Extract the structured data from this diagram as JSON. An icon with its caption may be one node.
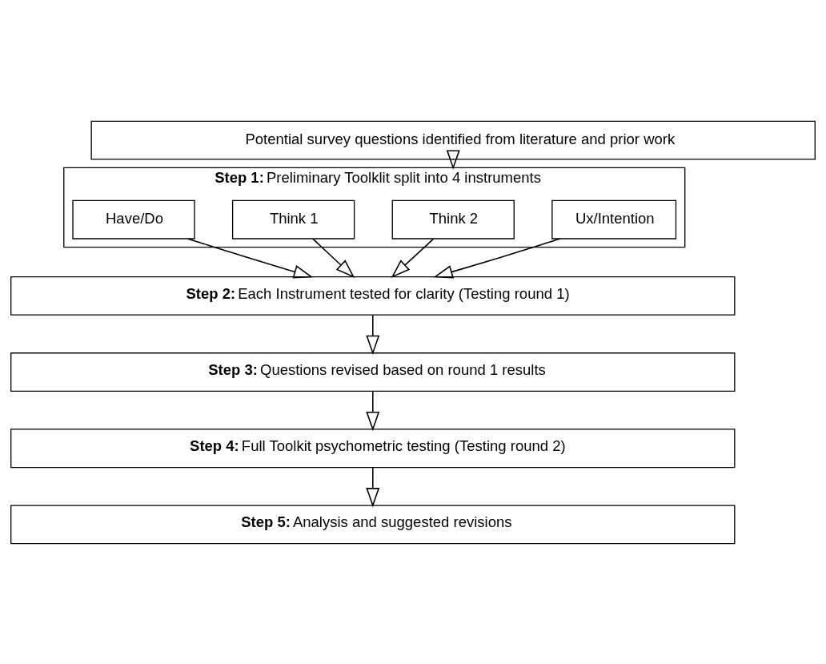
{
  "diagram": {
    "nodes": [
      {
        "text": [
          "Potential survey questions identified from literature and prior work"
        ]
      },
      {
        "text": [
          "**Step 1:** Preliminary Toolklit split into 4 instruments"
        ]
      },
      {
        "text": [
          "Have/Do"
        ],
        "in": 1
      },
      {
        "text": [
          "Think 1"
        ],
        "in": 1
      },
      {
        "text": [
          "Think 2"
        ],
        "in": 1
      },
      {
        "text": [
          "Ux/Intention"
        ],
        "in": 1
      },
      {
        "text": [
          "**Step 2:** Each Instrument tested for clarity (Testing round 1)"
        ]
      },
      {
        "text": [
          "**Step 3:** Questions revised based on round 1 results"
        ]
      },
      {
        "text": [
          "**Step 4:** Full Toolkit psychometric testing (Testing round 2)"
        ]
      },
      {
        "text": [
          "**Step 5:** Analysis and suggested revisions"
        ]
      }
    ],
    "edges": [
      {
        "from": 0,
        "to": 1,
        "arrow": "to"
      },
      {
        "from": 2,
        "to": 6,
        "arrow": "to"
      },
      {
        "from": 3,
        "to": 6,
        "arrow": "to"
      },
      {
        "from": 4,
        "to": 6,
        "arrow": "to"
      },
      {
        "from": 5,
        "to": 6,
        "arrow": "to"
      },
      {
        "from": 6,
        "to": 7,
        "arrow": "to"
      },
      {
        "from": 7,
        "to": 8,
        "arrow": "to"
      },
      {
        "from": 8,
        "to": 9,
        "arrow": "to"
      }
    ]
  }
}
